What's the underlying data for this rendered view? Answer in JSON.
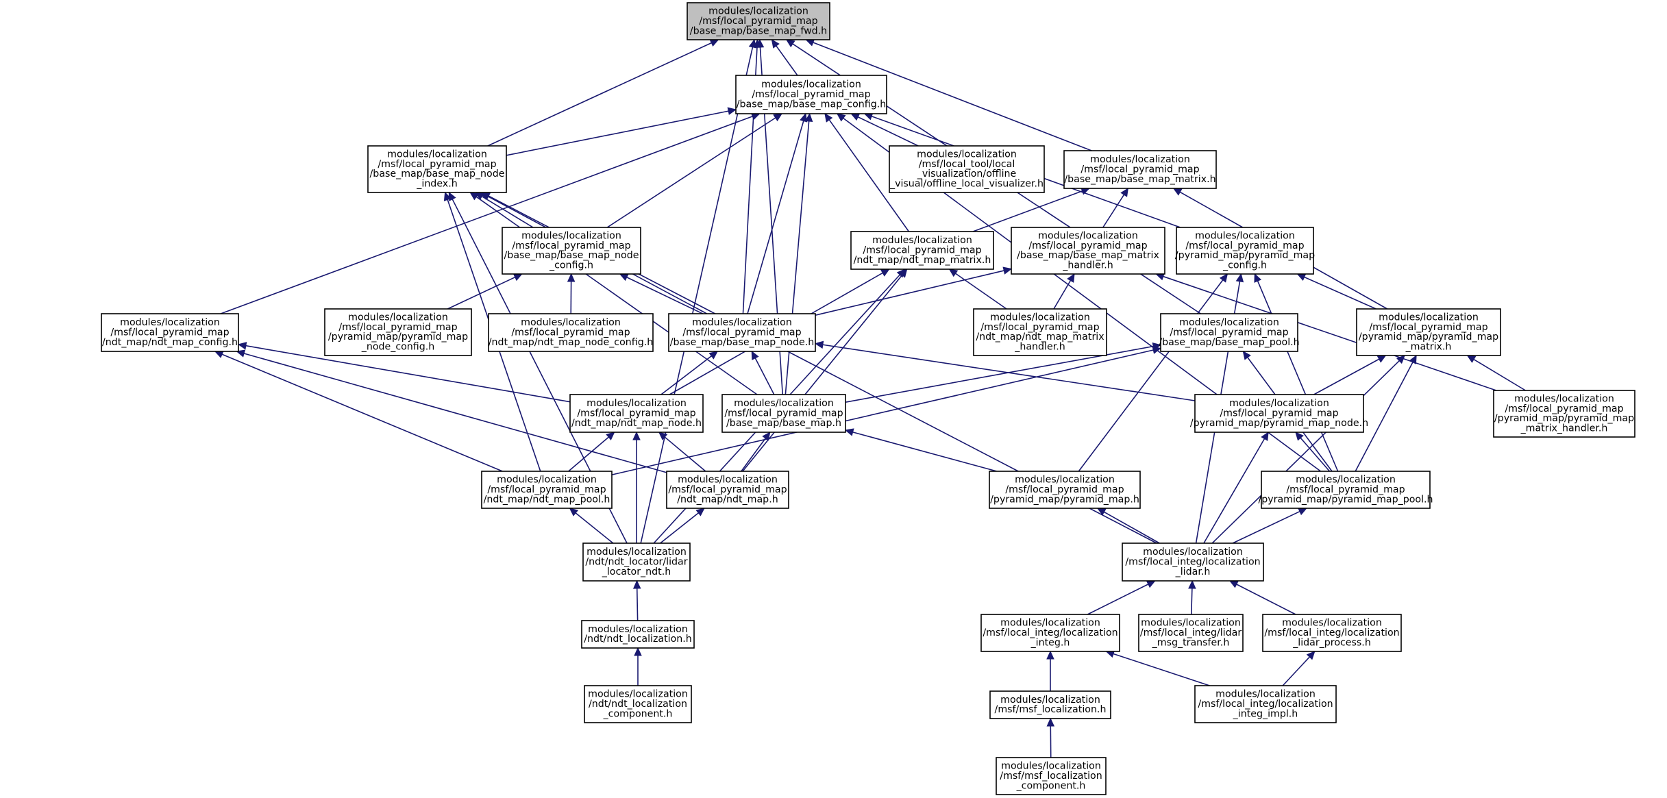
{
  "graph": {
    "title": "",
    "colors": {
      "edge": "#191970",
      "root_fill": "#bfbfbf",
      "node_fill": "#ffffff",
      "node_border": "#000000"
    },
    "nodes": [
      {
        "id": "fwd",
        "root": true,
        "lines": [
          "modules/localization",
          "/msf/local_pyramid_map",
          "/base_map/base_map_fwd.h"
        ]
      },
      {
        "id": "config",
        "lines": [
          "modules/localization",
          "/msf/local_pyramid_map",
          "/base_map/base_map_config.h"
        ]
      },
      {
        "id": "node_index",
        "lines": [
          "modules/localization",
          "/msf/local_pyramid_map",
          "/base_map/base_map_node",
          "_index.h"
        ]
      },
      {
        "id": "visualizer",
        "lines": [
          "modules/localization",
          "/msf/local_tool/local",
          "_visualization/offline",
          "_visual/offline_local_visualizer.h"
        ]
      },
      {
        "id": "matrix",
        "lines": [
          "modules/localization",
          "/msf/local_pyramid_map",
          "/base_map/base_map_matrix.h"
        ]
      },
      {
        "id": "node_config",
        "lines": [
          "modules/localization",
          "/msf/local_pyramid_map",
          "/base_map/base_map_node",
          "_config.h"
        ]
      },
      {
        "id": "ndt_matrix",
        "lines": [
          "modules/localization",
          "/msf/local_pyramid_map",
          "/ndt_map/ndt_map_matrix.h"
        ]
      },
      {
        "id": "matrix_handler",
        "lines": [
          "modules/localization",
          "/msf/local_pyramid_map",
          "/base_map/base_map_matrix",
          "_handler.h"
        ]
      },
      {
        "id": "pyr_config",
        "lines": [
          "modules/localization",
          "/msf/local_pyramid_map",
          "/pyramid_map/pyramid_map",
          "_config.h"
        ]
      },
      {
        "id": "ndt_config",
        "lines": [
          "modules/localization",
          "/msf/local_pyramid_map",
          "/ndt_map/ndt_map_config.h"
        ]
      },
      {
        "id": "pyr_node_config",
        "lines": [
          "modules/localization",
          "/msf/local_pyramid_map",
          "/pyramid_map/pyramid_map",
          "_node_config.h"
        ]
      },
      {
        "id": "ndt_node_config",
        "lines": [
          "modules/localization",
          "/msf/local_pyramid_map",
          "/ndt_map/ndt_map_node_config.h"
        ]
      },
      {
        "id": "base_node",
        "lines": [
          "modules/localization",
          "/msf/local_pyramid_map",
          "/base_map/base_map_node.h"
        ]
      },
      {
        "id": "ndt_matrix_handler",
        "lines": [
          "modules/localization",
          "/msf/local_pyramid_map",
          "/ndt_map/ndt_map_matrix",
          "_handler.h"
        ]
      },
      {
        "id": "pool",
        "lines": [
          "modules/localization",
          "/msf/local_pyramid_map",
          "/base_map/base_map_pool.h"
        ]
      },
      {
        "id": "pyr_matrix",
        "lines": [
          "modules/localization",
          "/msf/local_pyramid_map",
          "/pyramid_map/pyramid_map",
          "_matrix.h"
        ]
      },
      {
        "id": "ndt_node",
        "lines": [
          "modules/localization",
          "/msf/local_pyramid_map",
          "/ndt_map/ndt_map_node.h"
        ]
      },
      {
        "id": "base_map",
        "lines": [
          "modules/localization",
          "/msf/local_pyramid_map",
          "/base_map/base_map.h"
        ]
      },
      {
        "id": "pyr_node",
        "lines": [
          "modules/localization",
          "/msf/local_pyramid_map",
          "/pyramid_map/pyramid_map_node.h"
        ]
      },
      {
        "id": "pyr_matrix_handler",
        "lines": [
          "modules/localization",
          "/msf/local_pyramid_map",
          "/pyramid_map/pyramid_map",
          "_matrix_handler.h"
        ]
      },
      {
        "id": "ndt_pool",
        "lines": [
          "modules/localization",
          "/msf/local_pyramid_map",
          "/ndt_map/ndt_map_pool.h"
        ]
      },
      {
        "id": "ndt_map",
        "lines": [
          "modules/localization",
          "/msf/local_pyramid_map",
          "/ndt_map/ndt_map.h"
        ]
      },
      {
        "id": "pyr_map",
        "lines": [
          "modules/localization",
          "/msf/local_pyramid_map",
          "/pyramid_map/pyramid_map.h"
        ]
      },
      {
        "id": "pyr_pool",
        "lines": [
          "modules/localization",
          "/msf/local_pyramid_map",
          "/pyramid_map/pyramid_map_pool.h"
        ]
      },
      {
        "id": "lidar_locator",
        "lines": [
          "modules/localization",
          "/ndt/ndt_locator/lidar",
          "_locator_ndt.h"
        ]
      },
      {
        "id": "loc_lidar",
        "lines": [
          "modules/localization",
          "/msf/local_integ/localization",
          "_lidar.h"
        ]
      },
      {
        "id": "ndt_localization",
        "lines": [
          "modules/localization",
          "/ndt/ndt_localization.h"
        ]
      },
      {
        "id": "loc_integ",
        "lines": [
          "modules/localization",
          "/msf/local_integ/localization",
          "_integ.h"
        ]
      },
      {
        "id": "lidar_msg",
        "lines": [
          "modules/localization",
          "/msf/local_integ/lidar",
          "_msg_transfer.h"
        ]
      },
      {
        "id": "lidar_process",
        "lines": [
          "modules/localization",
          "/msf/local_integ/localization",
          "_lidar_process.h"
        ]
      },
      {
        "id": "ndt_component",
        "lines": [
          "modules/localization",
          "/ndt/ndt_localization",
          "_component.h"
        ]
      },
      {
        "id": "msf_localization",
        "lines": [
          "modules/localization",
          "/msf/msf_localization.h"
        ]
      },
      {
        "id": "integ_impl",
        "lines": [
          "modules/localization",
          "/msf/local_integ/localization",
          "_integ_impl.h"
        ]
      },
      {
        "id": "msf_component",
        "lines": [
          "modules/localization",
          "/msf/msf_localization",
          "_component.h"
        ]
      }
    ],
    "edges": [
      [
        "config",
        "fwd"
      ],
      [
        "node_index",
        "fwd"
      ],
      [
        "matrix",
        "fwd"
      ],
      [
        "base_node",
        "fwd"
      ],
      [
        "pool",
        "fwd"
      ],
      [
        "base_map",
        "fwd"
      ],
      [
        "lidar_locator",
        "fwd"
      ],
      [
        "node_index",
        "config"
      ],
      [
        "visualizer",
        "config"
      ],
      [
        "node_config",
        "config"
      ],
      [
        "ndt_matrix",
        "config"
      ],
      [
        "pyr_config",
        "config"
      ],
      [
        "ndt_config",
        "config"
      ],
      [
        "base_node",
        "config"
      ],
      [
        "base_map",
        "config"
      ],
      [
        "pyr_pool",
        "config"
      ],
      [
        "node_config",
        "node_index"
      ],
      [
        "base_node",
        "node_index"
      ],
      [
        "base_map",
        "node_index"
      ],
      [
        "ndt_pool",
        "node_index"
      ],
      [
        "lidar_locator",
        "node_index"
      ],
      [
        "loc_lidar",
        "node_index"
      ],
      [
        "ndt_matrix",
        "matrix"
      ],
      [
        "matrix_handler",
        "matrix"
      ],
      [
        "pyr_matrix",
        "matrix"
      ],
      [
        "pyr_node_config",
        "node_config"
      ],
      [
        "ndt_node_config",
        "node_config"
      ],
      [
        "base_node",
        "node_config"
      ],
      [
        "ndt_matrix_handler",
        "ndt_matrix"
      ],
      [
        "ndt_node",
        "ndt_matrix"
      ],
      [
        "ndt_map",
        "ndt_matrix"
      ],
      [
        "lidar_locator",
        "ndt_matrix"
      ],
      [
        "ndt_matrix_handler",
        "matrix_handler"
      ],
      [
        "base_node",
        "matrix_handler"
      ],
      [
        "pyr_matrix_handler",
        "matrix_handler"
      ],
      [
        "pyr_matrix",
        "pyr_config"
      ],
      [
        "pyr_pool",
        "pyr_config"
      ],
      [
        "pyr_map",
        "pyr_config"
      ],
      [
        "loc_lidar",
        "pyr_config"
      ],
      [
        "ndt_node",
        "ndt_config"
      ],
      [
        "ndt_pool",
        "ndt_config"
      ],
      [
        "ndt_map",
        "ndt_config"
      ],
      [
        "ndt_node",
        "base_node"
      ],
      [
        "base_map",
        "base_node"
      ],
      [
        "pyr_node",
        "base_node"
      ],
      [
        "base_map",
        "pool"
      ],
      [
        "ndt_pool",
        "pool"
      ],
      [
        "pyr_pool",
        "pool"
      ],
      [
        "pyr_node",
        "pyr_matrix"
      ],
      [
        "pyr_matrix_handler",
        "pyr_matrix"
      ],
      [
        "pyr_pool",
        "pyr_matrix"
      ],
      [
        "loc_lidar",
        "pyr_matrix"
      ],
      [
        "ndt_pool",
        "ndt_node"
      ],
      [
        "ndt_map",
        "ndt_node"
      ],
      [
        "lidar_locator",
        "ndt_node"
      ],
      [
        "ndt_map",
        "base_map"
      ],
      [
        "pyr_map",
        "base_map"
      ],
      [
        "pyr_pool",
        "pyr_node"
      ],
      [
        "loc_lidar",
        "pyr_node"
      ],
      [
        "lidar_locator",
        "ndt_pool"
      ],
      [
        "lidar_locator",
        "ndt_map"
      ],
      [
        "loc_lidar",
        "pyr_map"
      ],
      [
        "loc_lidar",
        "pyr_pool"
      ],
      [
        "ndt_localization",
        "lidar_locator"
      ],
      [
        "ndt_component",
        "ndt_localization"
      ],
      [
        "loc_integ",
        "loc_lidar"
      ],
      [
        "lidar_msg",
        "loc_lidar"
      ],
      [
        "lidar_process",
        "loc_lidar"
      ],
      [
        "msf_localization",
        "loc_integ"
      ],
      [
        "integ_impl",
        "loc_integ"
      ],
      [
        "integ_impl",
        "lidar_process"
      ],
      [
        "msf_component",
        "msf_localization"
      ]
    ]
  }
}
